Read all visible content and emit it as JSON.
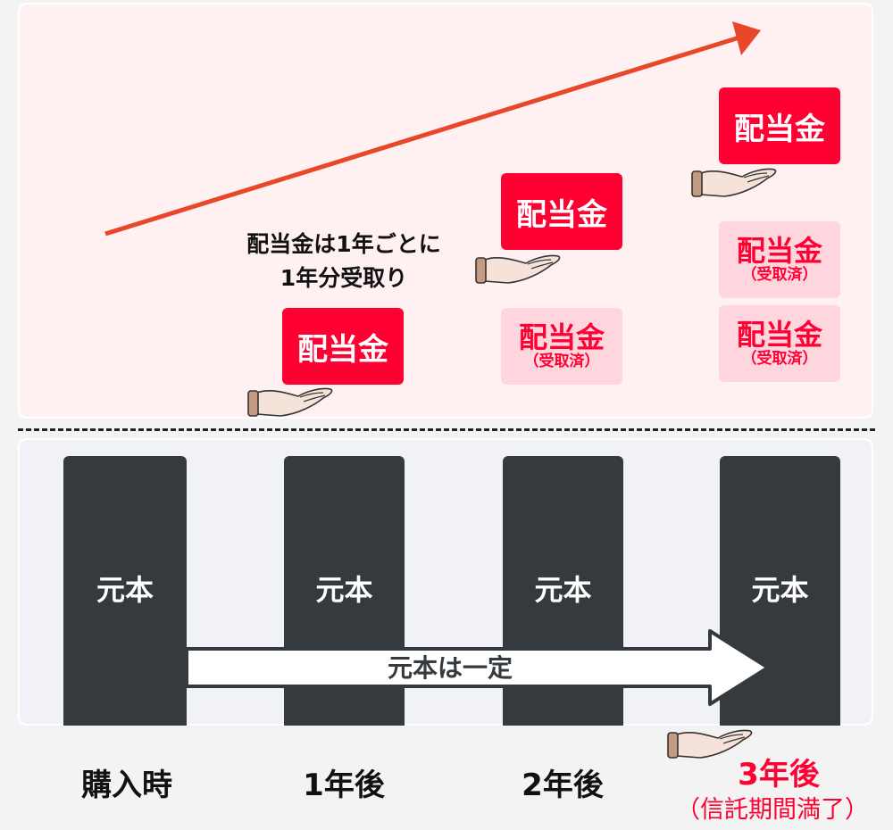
{
  "dividend_label": "配当金",
  "received_label": "（受取済）",
  "note": [
    "配当金は1年ごとに",
    "1年分受取り"
  ],
  "principal_label": "元本",
  "principal_constant": "元本は一定",
  "timeline": [
    "購入時",
    "1年後",
    "2年後",
    "3年後"
  ],
  "maturity_note": "（信託期間満了）",
  "colors": {
    "accent": "#ff0033",
    "pillar": "#353a3e",
    "trend": "#e8472a"
  }
}
